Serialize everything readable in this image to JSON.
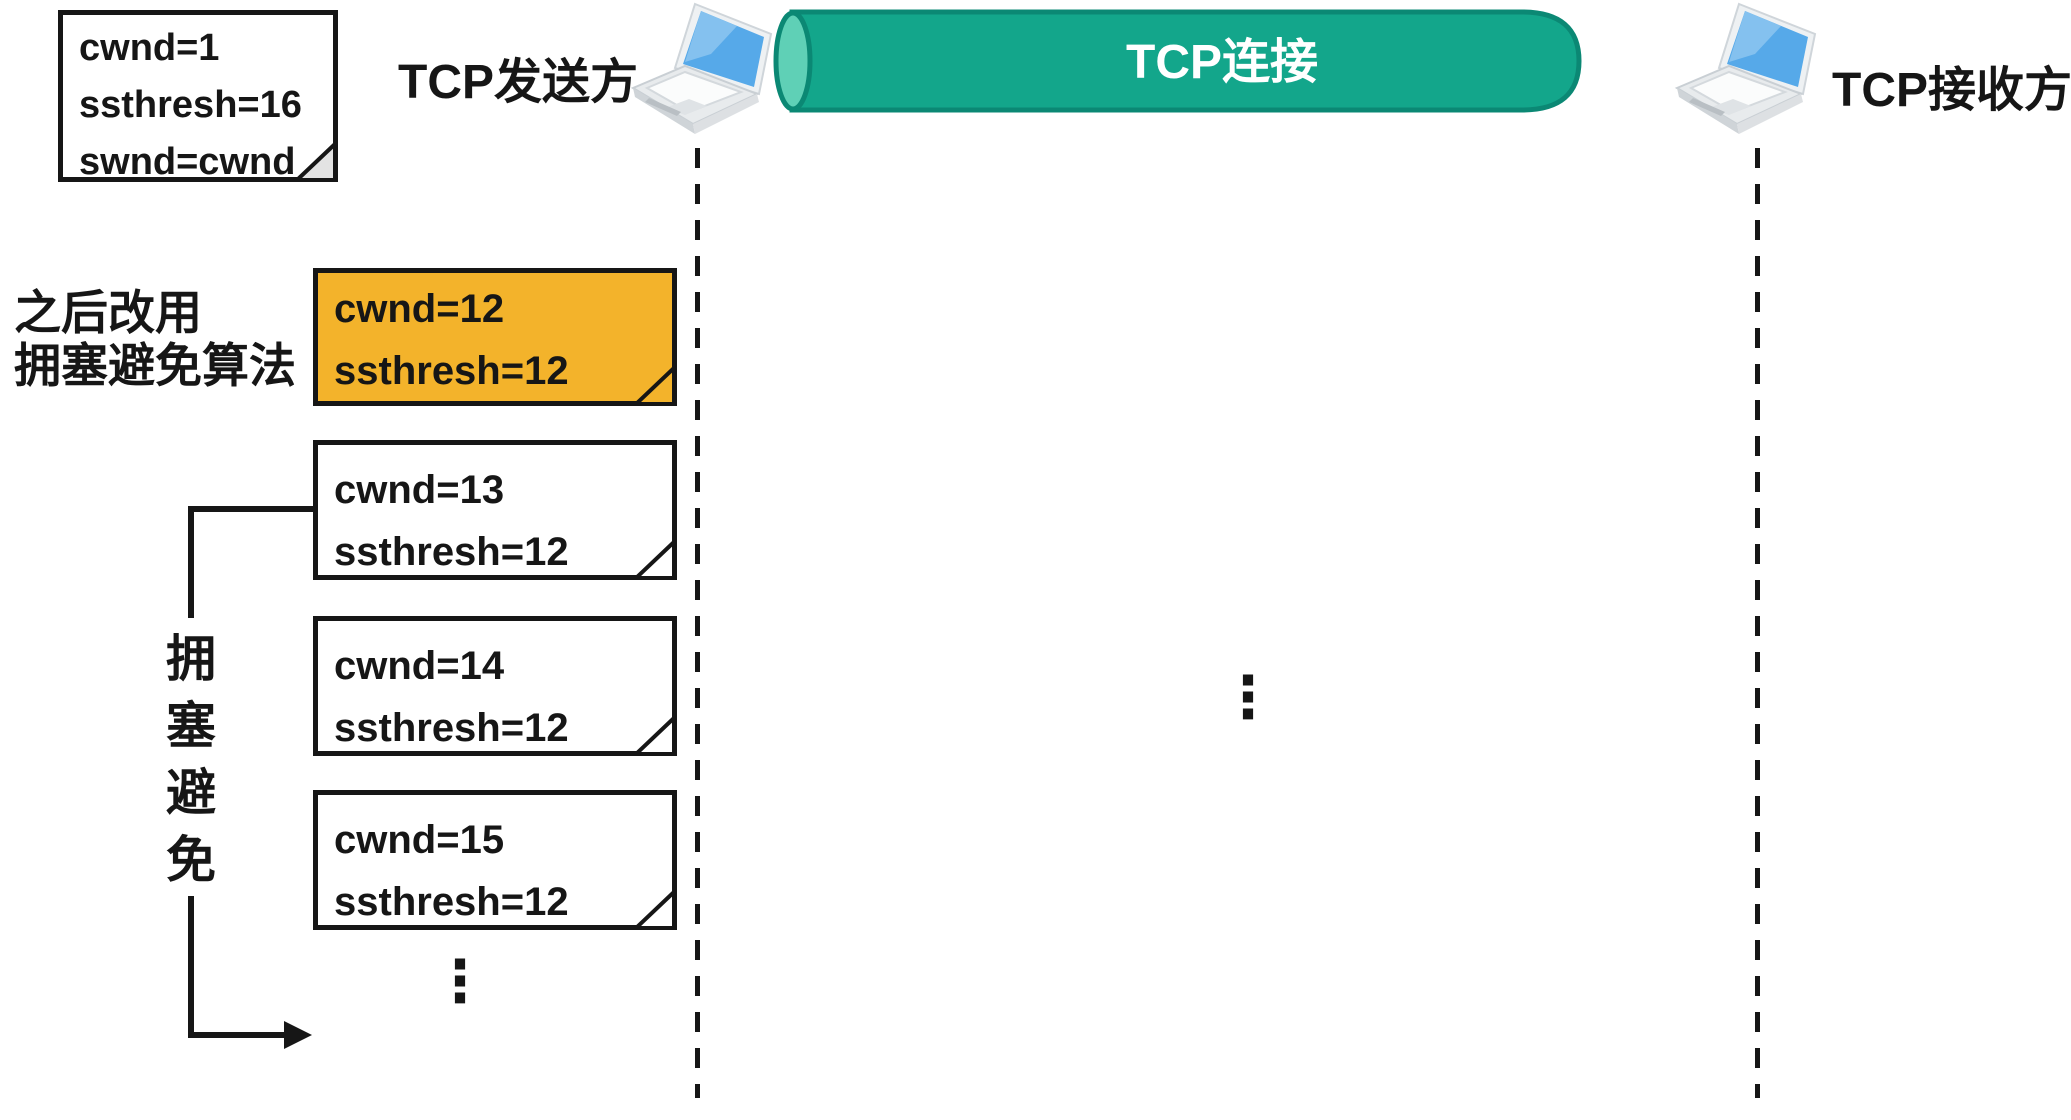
{
  "endpoints": {
    "sender_label": "TCP发送方",
    "receiver_label": "TCP接收方",
    "connection_label": "TCP连接"
  },
  "initial_note": {
    "lines": [
      "cwnd=1",
      "ssthresh=16",
      "swnd=cwnd"
    ]
  },
  "switch_label": {
    "lines": [
      "之后改用",
      "拥塞避免算法"
    ]
  },
  "phase_notes": [
    {
      "style": "highlight",
      "lines": [
        "cwnd=12",
        "ssthresh=12"
      ]
    },
    {
      "style": "plain",
      "lines": [
        "cwnd=13",
        "ssthresh=12"
      ]
    },
    {
      "style": "plain",
      "lines": [
        "cwnd=14",
        "ssthresh=12"
      ]
    },
    {
      "style": "plain",
      "lines": [
        "cwnd=15",
        "ssthresh=12"
      ]
    }
  ],
  "bracket": {
    "label": "拥塞避免"
  },
  "ellipses": {
    "notes_more": "⋮",
    "timeline_more": "⋮"
  },
  "colors": {
    "ink": "#161616",
    "pipe_teal": "#13a68b",
    "pipe_border": "#0b8874",
    "pipe_cap": "#5fd0b6",
    "note_orange": "#f3b32b",
    "screen_blue": "#56a9e9",
    "screen_sheen": "#8cc6f0"
  }
}
